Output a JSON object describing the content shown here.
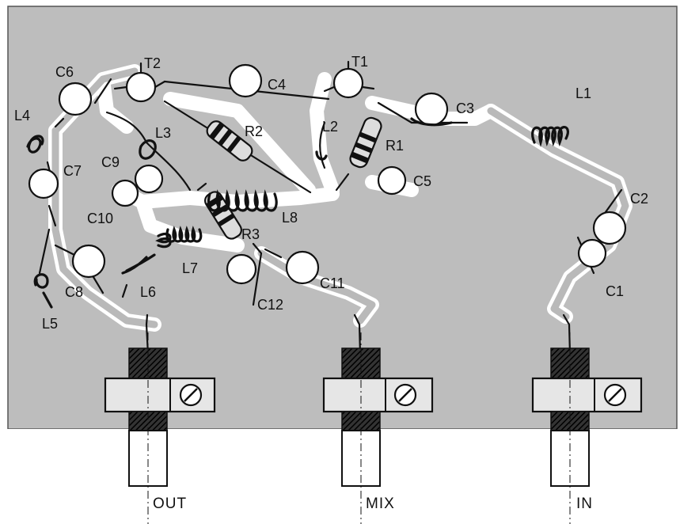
{
  "labels": {
    "T1": "T1",
    "T2": "T2",
    "C1": "C1",
    "C2": "C2",
    "C3": "C3",
    "C4": "C4",
    "C5": "C5",
    "C6": "C6",
    "C7": "C7",
    "C8": "C8",
    "C9": "C9",
    "C10": "C10",
    "C11": "C11",
    "C12": "C12",
    "L1": "L1",
    "L2": "L2",
    "L3": "L3",
    "L4": "L4",
    "L5": "L5",
    "L6": "L6",
    "L7": "L7",
    "L8": "L8",
    "R1": "R1",
    "R2": "R2",
    "R3": "R3"
  },
  "ports": {
    "out": "OUT",
    "mix": "MIX",
    "in": "IN"
  },
  "colors": {
    "board": "#bdbdbd",
    "track": "#ffffff",
    "ink": "#111111"
  }
}
